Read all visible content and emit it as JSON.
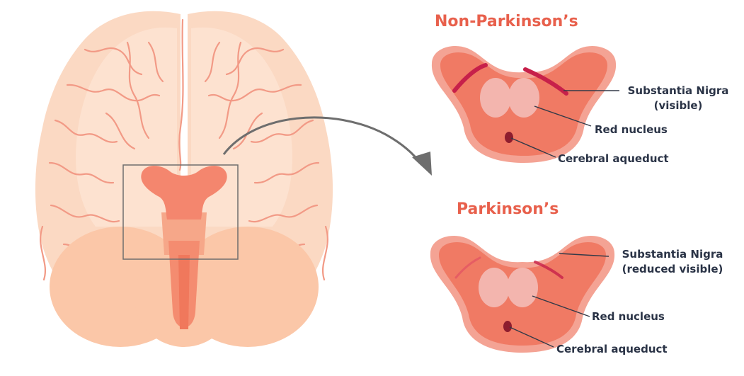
{
  "colors": {
    "title": "#e8604c",
    "label_text": "#2a3346",
    "brain_base": "#fbd9c3",
    "brain_fold_line": "#f29a86",
    "cerebellum": "#fbc7a8",
    "brainstem": "#f6a789",
    "midbrain_body": "#f07a64",
    "midbrain_halo": "#f4a394",
    "red_nucleus": "#f3b5ae",
    "substantia_nigra": "#c7204a",
    "aqueduct": "#8e1d2e",
    "arrow": "#6e6e6e",
    "leader_line": "#333a48"
  },
  "panels": [
    {
      "id": "non-parkinsons",
      "title": "Non-Parkinson’s",
      "labels": {
        "substantia_nigra": "Substantia Nigra",
        "substantia_nigra_note": "(visible)",
        "red_nucleus": "Red nucleus",
        "aqueduct": "Cerebral aqueduct"
      }
    },
    {
      "id": "parkinsons",
      "title": "Parkinson’s",
      "labels": {
        "substantia_nigra": "Substantia Nigra",
        "substantia_nigra_note": "(reduced visible)",
        "red_nucleus": "Red nucleus",
        "aqueduct": "Cerebral aqueduct"
      }
    }
  ],
  "icons": {
    "brain": "brain-underside-illustration",
    "arrow": "curved-arrow-icon",
    "midbrain": "midbrain-cross-section-illustration"
  }
}
